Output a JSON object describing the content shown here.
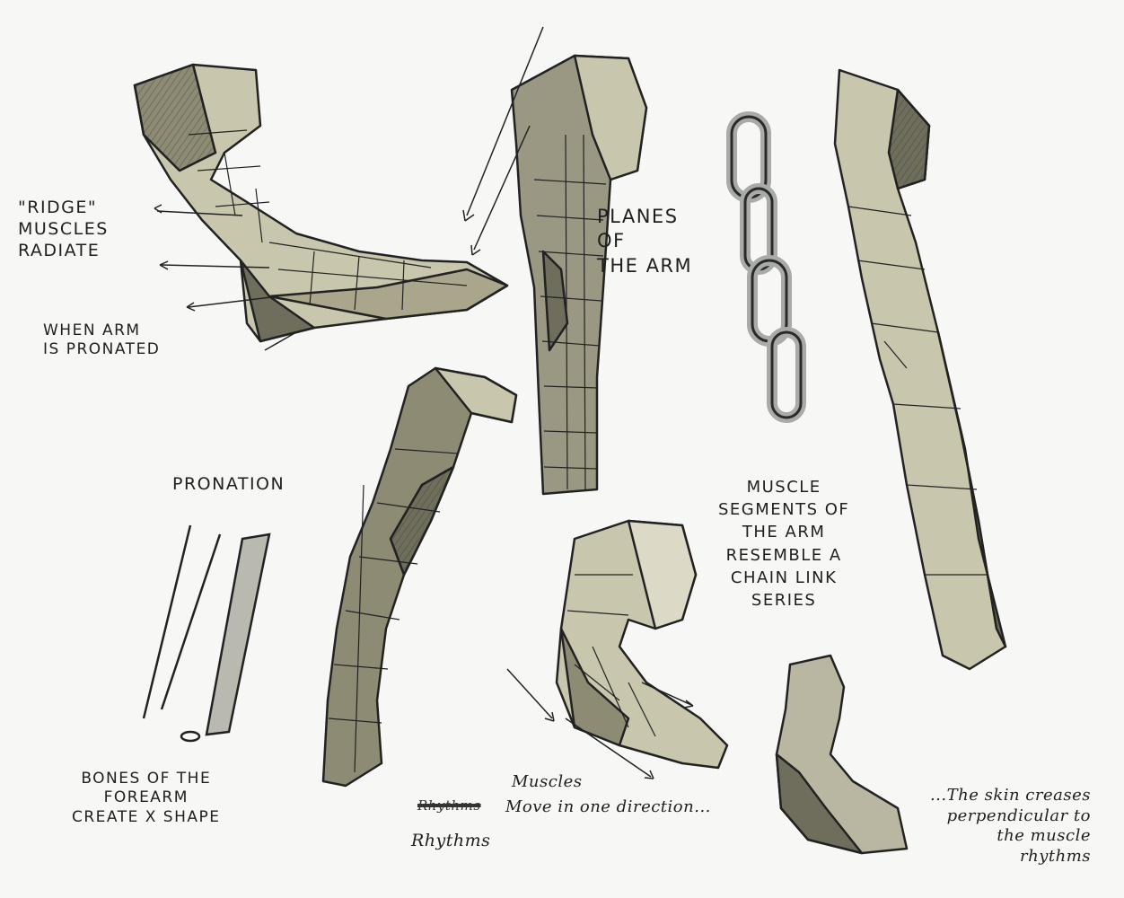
{
  "colors": {
    "paper": "#f7f7f5",
    "ink": "#1f1f1f",
    "flesh_light": "#c9c6ae",
    "flesh_mid": "#a9a68c",
    "flesh_dark": "#6f6e5c",
    "chain": "#a9aba7"
  },
  "notes": {
    "ridge": "\"RIDGE\"\nMUSCLES\nRADIATE",
    "pronated": "WHEN ARM\nIS PRONATED",
    "planes": "PLANES\nOF\nTHE ARM",
    "pronation": "PRONATION",
    "bones": "BONES OF THE\nFOREARM\nCREATE X SHAPE",
    "chain_link": "MUSCLE\nSEGMENTS OF\nTHE ARM\nRESEMBLE A\nCHAIN LINK\nSERIES",
    "muscles_label": "Muscles",
    "muscles_move": "Move in one direction...",
    "struck_word": "Rhythms",
    "rhythms": "Rhythms",
    "skin_creases": "...The skin creases\nperpendicular to\nthe muscle\nrhythms"
  }
}
